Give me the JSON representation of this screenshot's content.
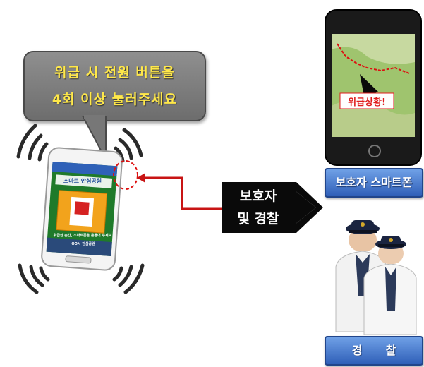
{
  "bubble": {
    "line1": "위급 시 전원 버튼을",
    "line2": "4회 이상 눌러주세요"
  },
  "arrow_label": {
    "line1": "보호자",
    "line2": "및 경찰"
  },
  "guardian_phone": {
    "alert_text": "위급상황!",
    "label": "보호자 스마트폰"
  },
  "police": {
    "label": "경      찰"
  },
  "user_phone": {
    "app_title": "스마트 안심공원",
    "app_subtitle": "위급한 순간, 스마트폰을 흔들어 주세요",
    "app_footer": "OO시 안심공원"
  },
  "colors": {
    "bubble_text": "#ffe84a",
    "arrow_red": "#c81414",
    "label_blue": "#3b6cc4",
    "alert_red": "#e01c1c"
  },
  "icons": [
    "vibration-wave-icon",
    "power-button-circle-icon",
    "map-route-icon",
    "pointer-arrow-icon",
    "police-officers-image"
  ]
}
